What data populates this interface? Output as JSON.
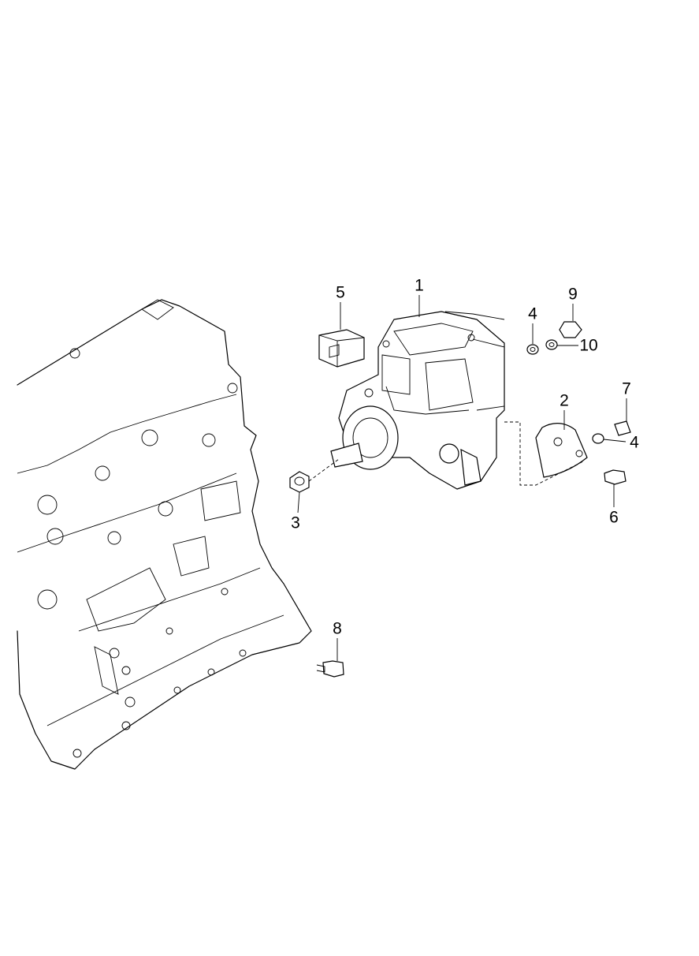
{
  "diagram": {
    "callouts": [
      "1",
      "5",
      "4",
      "9",
      "10",
      "2",
      "7",
      "4",
      "6",
      "3",
      "8"
    ],
    "line_color": "#000000",
    "background": "#ffffff"
  }
}
